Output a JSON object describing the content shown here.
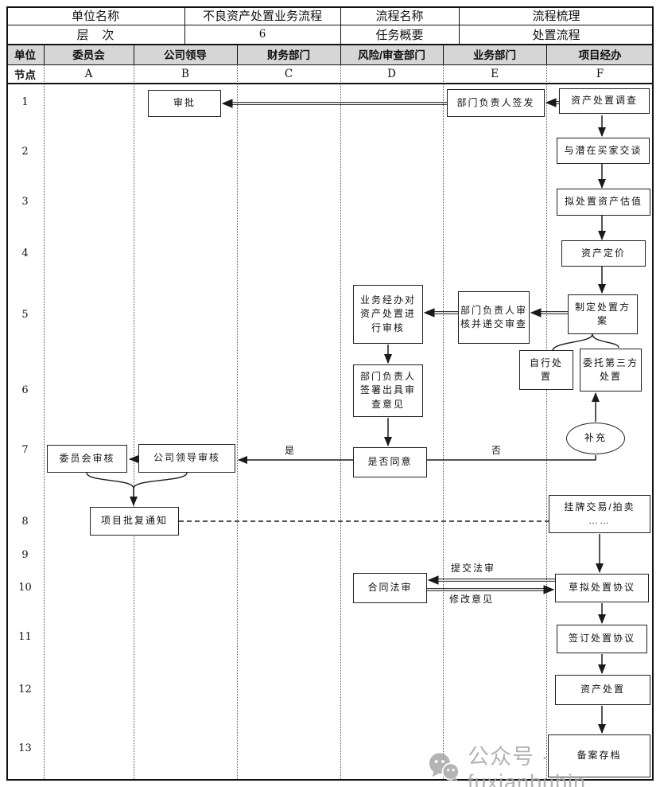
{
  "top": {
    "unit_label": "单位名称",
    "unit_value": "不良资产处置业务流程",
    "name_label": "流程名称",
    "name_value": "流程梳理",
    "level_label": "层    次",
    "level_value": "6",
    "summary_label": "任务概要",
    "summary_value": "处置流程"
  },
  "lanes": {
    "unit_label": "单位",
    "node_label": "节点",
    "names": [
      "委员会",
      "公司领导",
      "财务部门",
      "风险/审查部门",
      "业务部门",
      "项目经办"
    ],
    "ids": [
      "A",
      "B",
      "C",
      "D",
      "E",
      "F"
    ]
  },
  "rows": [
    "1",
    "2",
    "3",
    "4",
    "5",
    "6",
    "7",
    "8",
    "9",
    "10",
    "11",
    "12",
    "13"
  ],
  "nodes": {
    "approve": "审批",
    "dept_issue": "部门负责人签发",
    "investigate": "资产处置调查",
    "negotiate": "与潜在买家交谈",
    "valuation": "拟处置资产估值",
    "pricing": "资产定价",
    "plan": "制定处置方案",
    "dept_review_submit": "部门负责人审核并递交审查",
    "biz_review": "业务经办对资产处置进行审核",
    "self_dispose": "自行处置",
    "third_party": "委托第三方处置",
    "dept_sign_opinion": "部门负责人签署出具审查意见",
    "agree": "是否同意",
    "leader_review": "公司领导审核",
    "committee_review": "委员会审核",
    "approval_notice": "项目批复通知",
    "listing": "挂牌交易/拍卖\n……",
    "supplement": "补充",
    "contract_legal": "合同法审",
    "draft_agreement": "草拟处置协议",
    "sign_agreement": "签订处置协议",
    "dispose": "资产处置",
    "archive": "备案存档"
  },
  "labels": {
    "yes": "是",
    "no": "否",
    "submit_legal": "提交法审",
    "revision": "修改意见"
  },
  "watermark": {
    "text": "公众号 · fuxianbubin"
  },
  "colors": {
    "header_bg": "#d6d6d6",
    "line": "#1a1a1a",
    "watermark": "#a8a8a8"
  }
}
